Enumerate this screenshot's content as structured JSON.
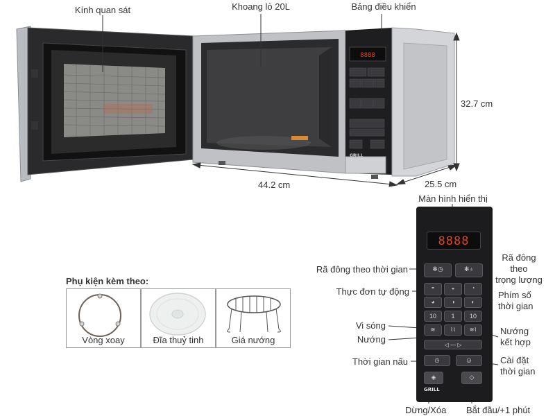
{
  "callouts_top": {
    "window": "Kính quan sát",
    "cavity": "Khoang lò 20L",
    "control_panel": "Bảng điều khiển"
  },
  "dimensions": {
    "height": "32.7 cm",
    "width": "44.2 cm",
    "depth": "25.5 cm"
  },
  "panel_labels": {
    "display": "Màn hình hiển thị",
    "defrost_time": "Rã đông theo thời gian",
    "defrost_weight": "Rã đông\ntheo\ntrọng lượng",
    "auto_menu": "Thực đơn tự động",
    "number_keys": "Phím số\nthời gian",
    "microwave": "Vi sóng",
    "grill": "Nướng",
    "combo": "Nướng\nkết hợp",
    "cook_time": "Thời gian nấu",
    "set_time": "Cài đặt\nthời gian",
    "stop_clear": "Dừng/Xóa",
    "start": "Bắt đầu/+1 phút"
  },
  "accessories": {
    "title": "Phụ kiện kèm theo:",
    "items": [
      "Vòng xoay",
      "Đĩa thuỷ tinh",
      "Giá nướng"
    ]
  },
  "panel_display": "8888",
  "panel_number_keys": [
    "10",
    "1",
    "10"
  ],
  "brand_label": "GRILL",
  "colors": {
    "panel": "#1c1c1e",
    "display_digits": "#e0431d",
    "body_silver": "#c9cbce",
    "door_frame": "#1a1a1a"
  }
}
